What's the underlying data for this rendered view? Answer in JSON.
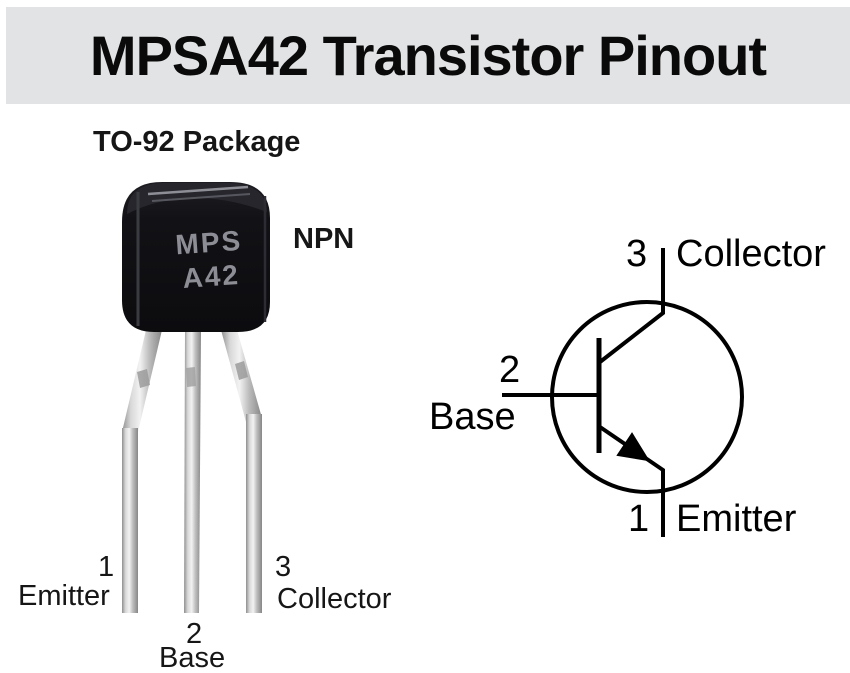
{
  "header": {
    "title": "MPSA42 Transistor Pinout",
    "background_color": "#e2e3e4"
  },
  "package": {
    "label": "TO-92 Package",
    "transistor_type": "NPN",
    "marking_line1": "MPS",
    "marking_line2": "A42",
    "pins": [
      {
        "number": "1",
        "name": "Emitter"
      },
      {
        "number": "2",
        "name": "Base"
      },
      {
        "number": "3",
        "name": "Collector"
      }
    ]
  },
  "schematic": {
    "pins": [
      {
        "number": "3",
        "name": "Collector"
      },
      {
        "number": "2",
        "name": "Base"
      },
      {
        "number": "1",
        "name": "Emitter"
      }
    ]
  },
  "colors": {
    "package_body": "#121216",
    "package_marking": "#8d8d95",
    "lead_silver_light": "#efefef",
    "lead_silver_dark": "#8a8a8a",
    "schematic_stroke": "#000000"
  }
}
